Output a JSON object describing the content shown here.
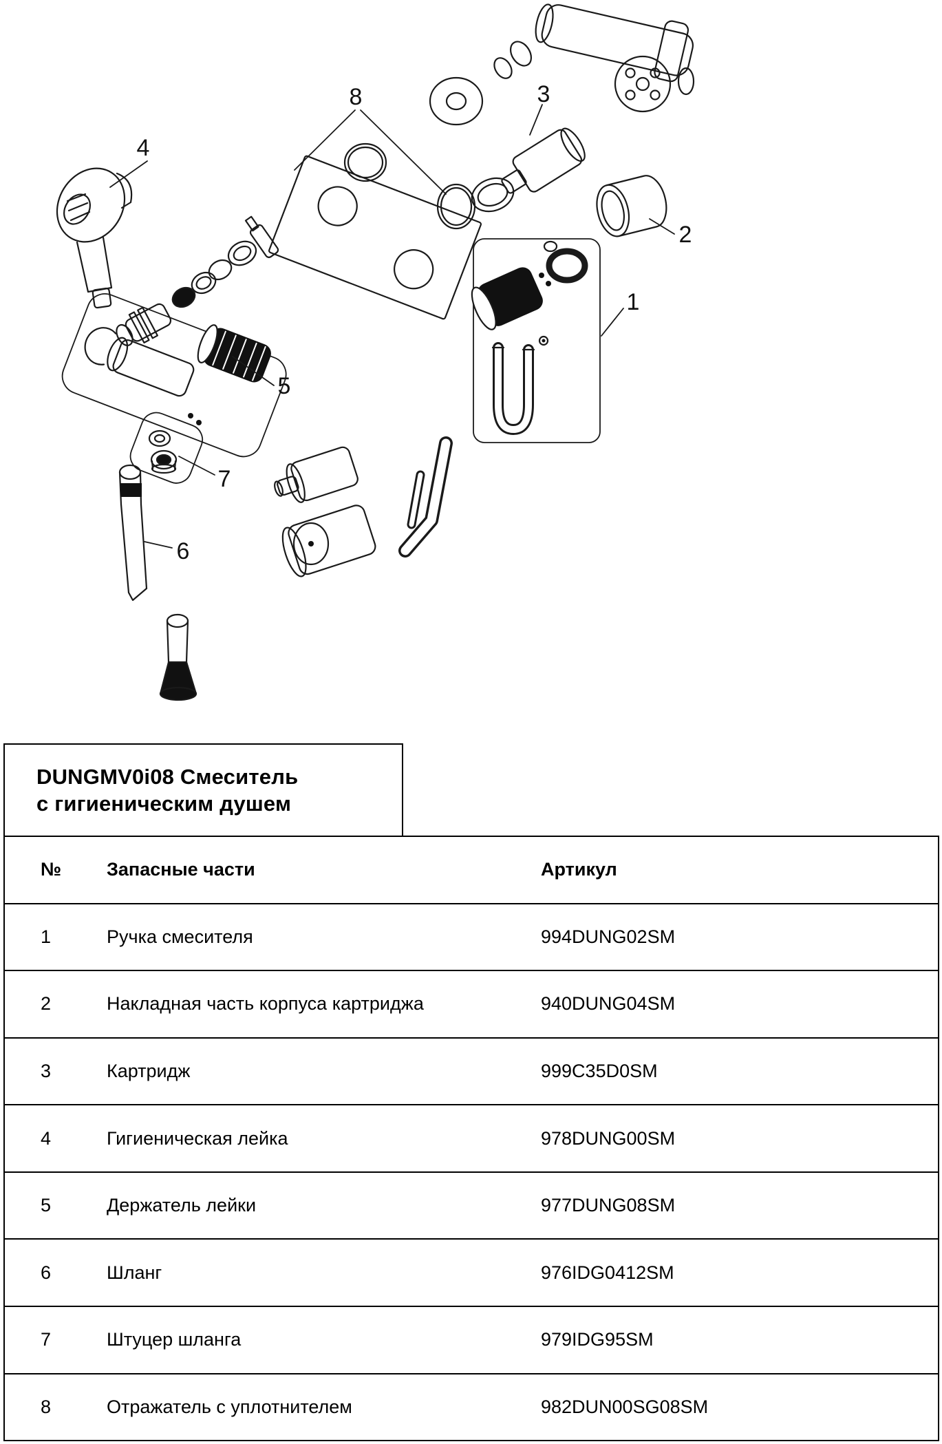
{
  "title_block": {
    "line1": "DUNGMV0i08 Смеситель",
    "line2": "с гигиеническим душем"
  },
  "table": {
    "headers": {
      "num": "№",
      "parts": "Запасные части",
      "article": "Артикул"
    },
    "rows": [
      {
        "num": "1",
        "part": "Ручка смесителя",
        "article": "994DUNG02SM"
      },
      {
        "num": "2",
        "part": "Накладная часть корпуса картриджа",
        "article": "940DUNG04SM"
      },
      {
        "num": "3",
        "part": "Картридж",
        "article": "999C35D0SM"
      },
      {
        "num": "4",
        "part": "Гигиеническая лейка",
        "article": "978DUNG00SM"
      },
      {
        "num": "5",
        "part": "Держатель лейки",
        "article": "977DUNG08SM"
      },
      {
        "num": "6",
        "part": "Шланг",
        "article": "976IDG0412SM"
      },
      {
        "num": "7",
        "part": "Штуцер шланга",
        "article": "979IDG95SM"
      },
      {
        "num": "8",
        "part": "Отражатель с уплотнителем",
        "article": "982DUN00SG08SM"
      }
    ]
  },
  "diagram": {
    "callouts": {
      "n1": "1",
      "n2": "2",
      "n3": "3",
      "n4": "4",
      "n5": "5",
      "n6": "6",
      "n7": "7",
      "n8": "8"
    }
  }
}
